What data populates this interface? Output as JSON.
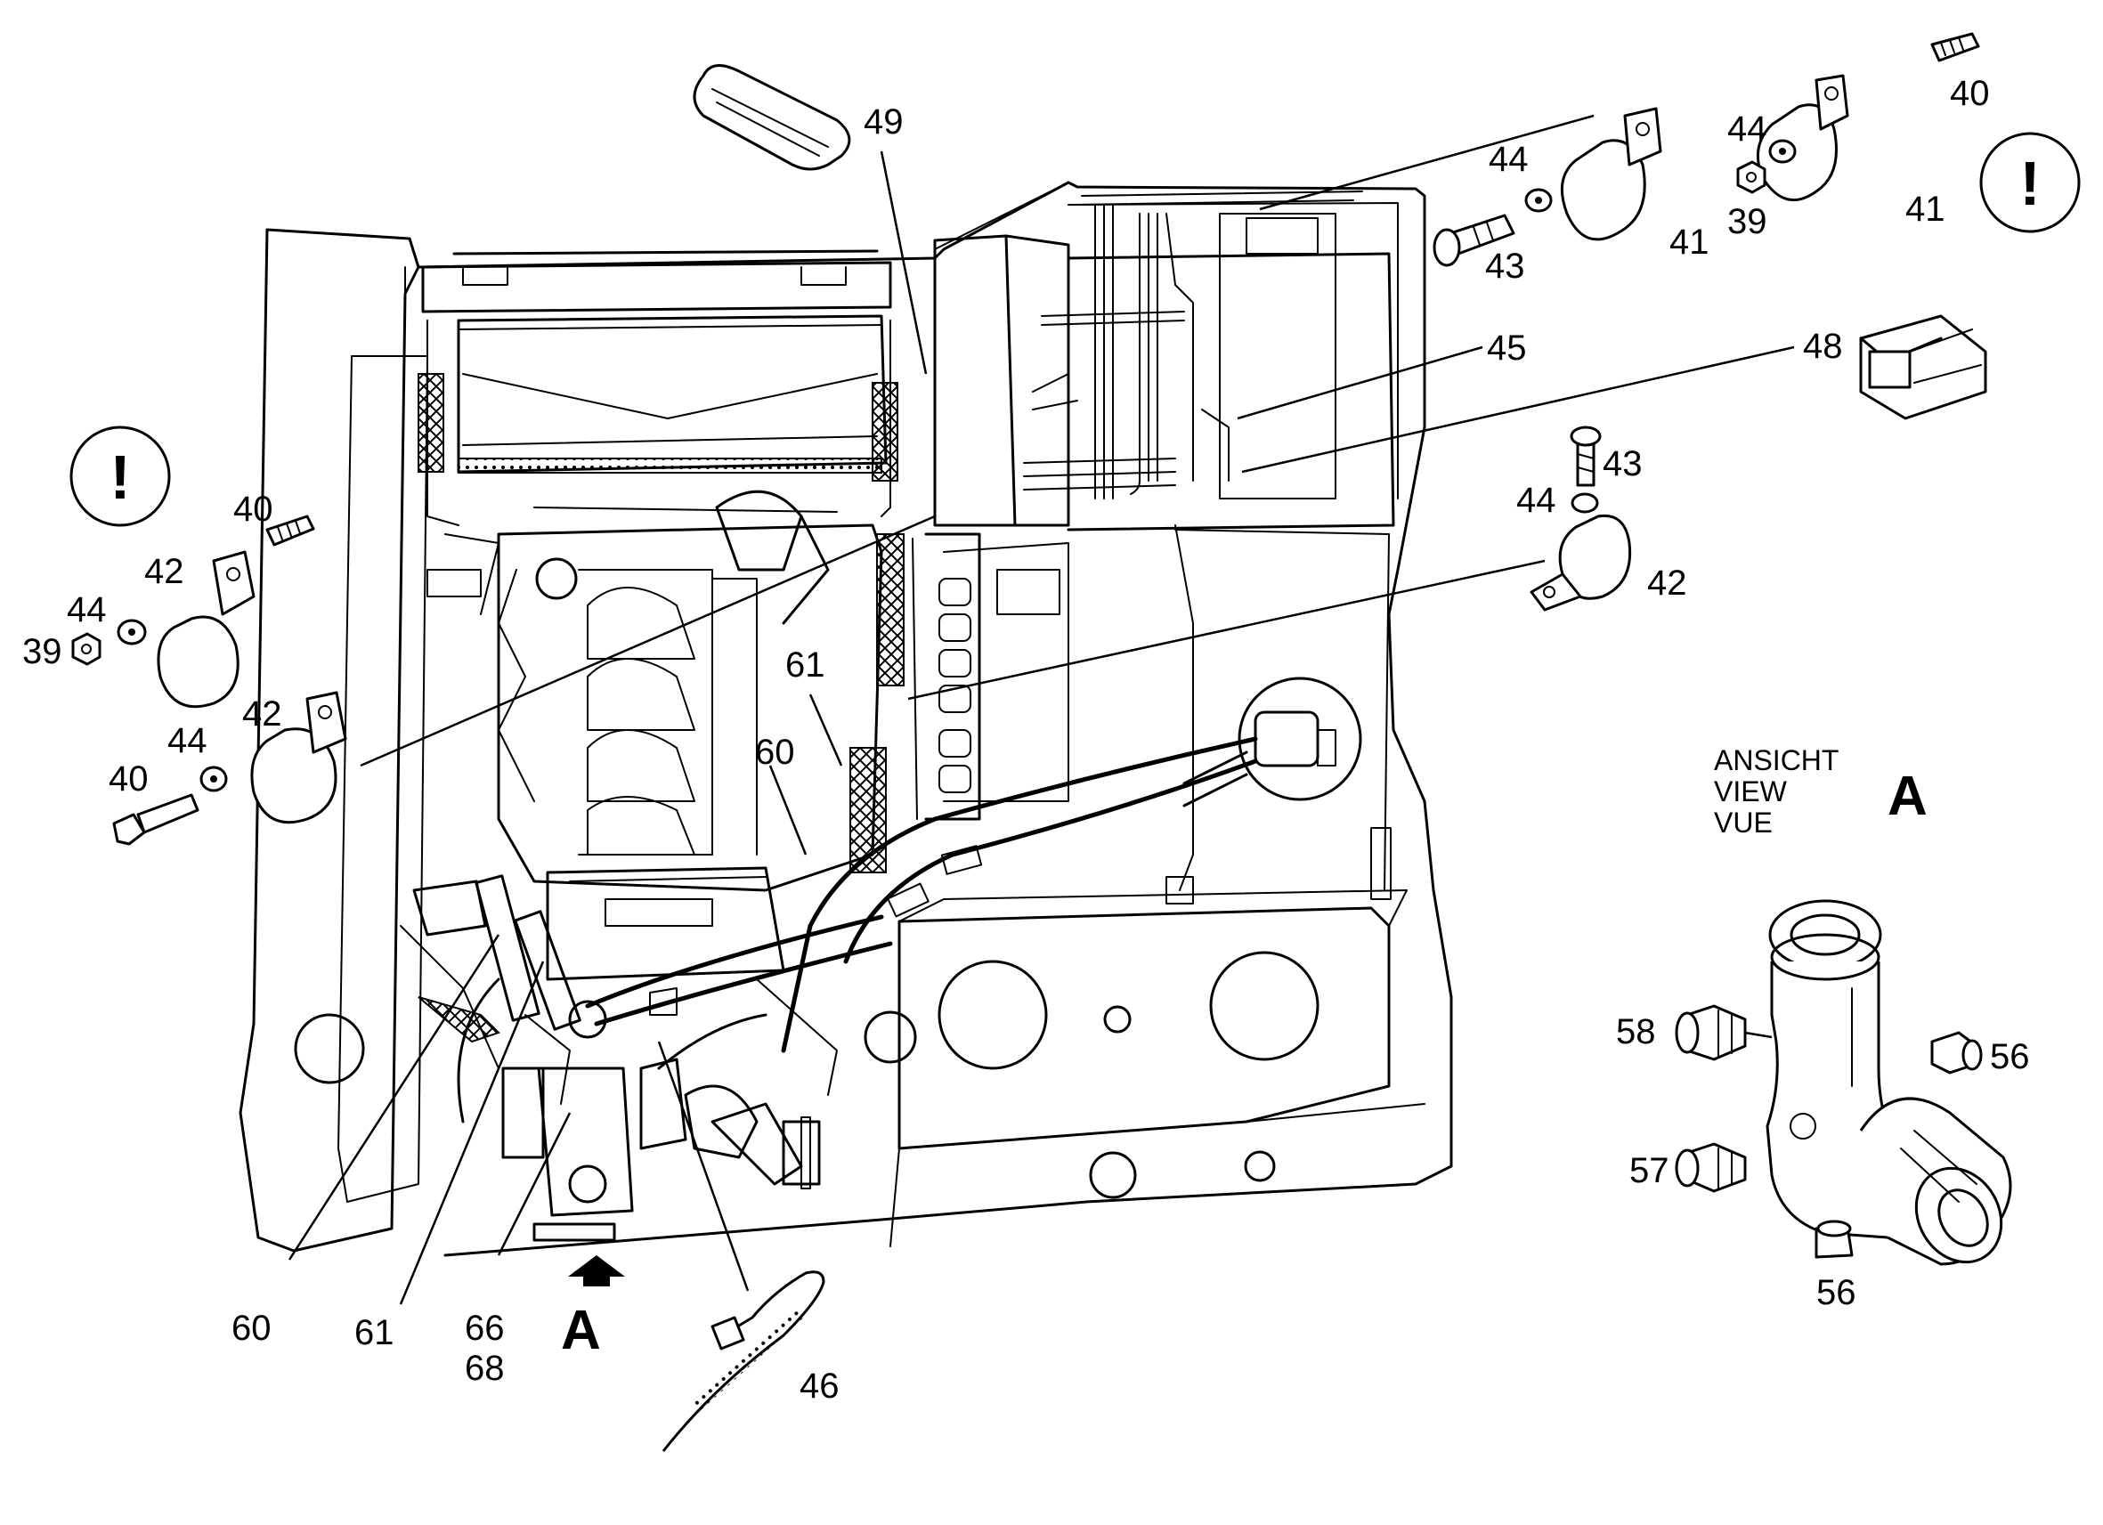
{
  "warning_symbol": "!",
  "view": {
    "line1": "ANSICHT",
    "line2": "VIEW",
    "line3": "VUE",
    "letter": "A"
  },
  "arrow_label": "A",
  "callouts": {
    "c49": "49",
    "c40a": "40",
    "c44a": "44",
    "c39a": "39",
    "c41a": "41",
    "c44b": "44",
    "c43a": "43",
    "c41b": "41",
    "c45": "45",
    "c48": "48",
    "c43b": "43",
    "c44c": "44",
    "c42a": "42",
    "c40b": "40",
    "c42b": "42",
    "c44d": "44",
    "c39b": "39",
    "c42c": "42",
    "c44e": "44",
    "c40c": "40",
    "c61a": "61",
    "c60a": "60",
    "c58": "58",
    "c56a": "56",
    "c57": "57",
    "c56b": "56",
    "c60b": "60",
    "c61b": "61",
    "c66": "66",
    "c68": "68",
    "c46": "46"
  }
}
